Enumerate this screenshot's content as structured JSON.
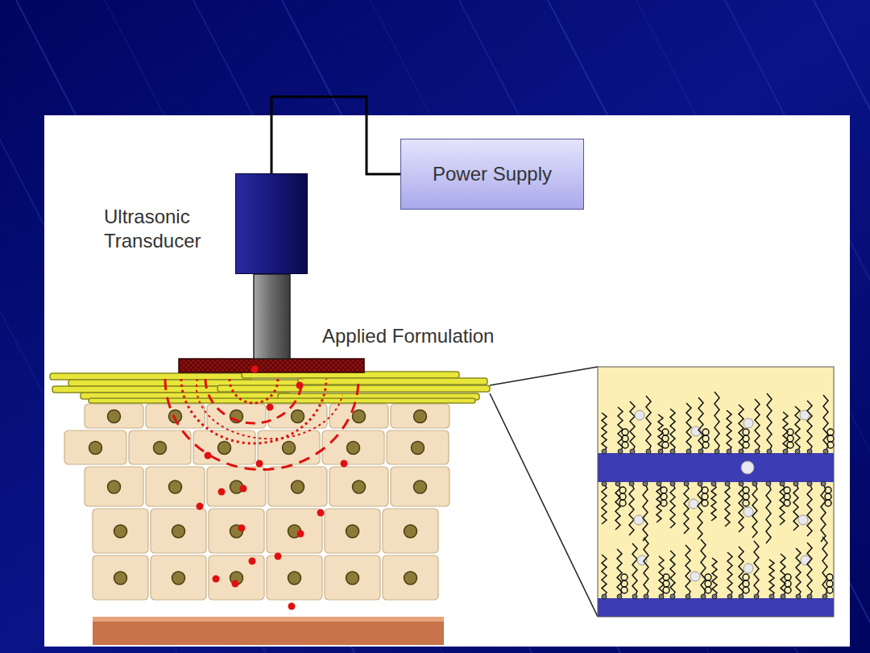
{
  "diagram": {
    "nodes": [
      {
        "text": [
          "Ultrasonic Transducer"
        ]
      },
      {
        "text": [
          "Power Supply"
        ]
      }
    ],
    "edges": [
      {
        "from": 0,
        "to": 1,
        "arrow": "none"
      }
    ],
    "labels": [
      "Applied Formulation"
    ]
  }
}
